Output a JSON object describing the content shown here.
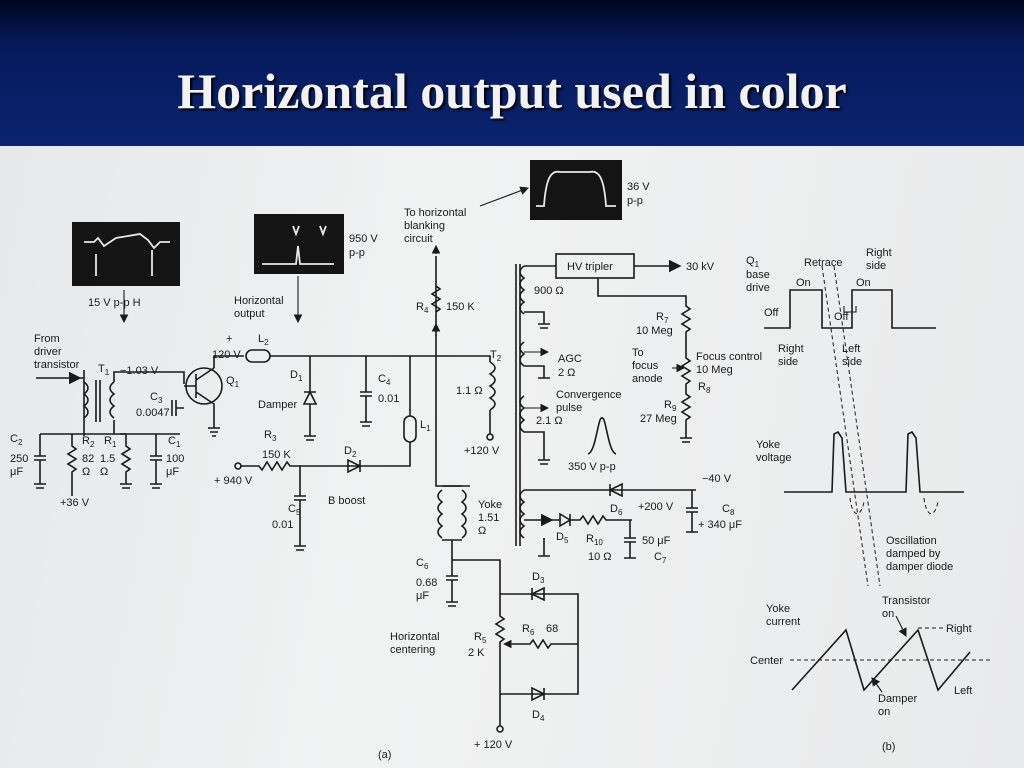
{
  "slide": {
    "title": "Horizontal output  used in color"
  },
  "scopes": {
    "driver": "15 V p-p H",
    "output_v": "950 V",
    "output_pp": "p-p",
    "output_label": "Horizontal\noutput",
    "blank_v": "36 V",
    "blank_pp": "p-p",
    "blank_label": "To horizontal\nblanking\ncircuit",
    "pulse": "350 V p-p"
  },
  "labels": {
    "from_driver": "From\ndriver\ntransistor",
    "t1": "T",
    "t1_sub": "1",
    "v103": "−1.03 V",
    "q1": "Q",
    "q1_sub": "1",
    "v120": "120 V",
    "plus": "+",
    "l2": "L",
    "l2_sub": "2",
    "c3": "C",
    "c3_sub": "3",
    "c3_val": "0.0047",
    "c2": "C",
    "c2_sub": "2",
    "c2_val": "250\nμF",
    "r2": "R",
    "r2_sub": "2",
    "r2_val": "82\nΩ",
    "r1": "R",
    "r1_sub": "1",
    "r1_val": "1.5\nΩ",
    "c1": "C",
    "c1_sub": "1",
    "c1_val": "100\nμF",
    "v36": "+36 V",
    "d1": "D",
    "d1_sub": "1",
    "damper": "Damper",
    "c4": "C",
    "c4_sub": "4",
    "c4_val": "0.01",
    "r4": "R",
    "r4_sub": "4",
    "r4_val": "150 K",
    "t2": "T",
    "t2_sub": "2",
    "ohm11": "1.1 Ω",
    "l1": "L",
    "l1_sub": "1",
    "r3": "R",
    "r3_sub": "3",
    "r3_val": "150 K",
    "d2": "D",
    "d2_sub": "2",
    "v940": "+ 940 V",
    "bboost": "B boost",
    "c5": "C",
    "c5_sub": "5",
    "c5_val": "0.01",
    "v120b": "+120 V",
    "hv": "HV tripler",
    "kv30": "30 kV",
    "ohm900": "900 Ω",
    "r7": "R",
    "r7_sub": "7",
    "r7_val": "10 Meg",
    "agc": "AGC",
    "agc_val": "2 Ω",
    "to_focus": "To\nfocus\nanode",
    "focus": "Focus control\n10 Meg",
    "r8": "R",
    "r8_sub": "8",
    "conv": "Convergence\npulse",
    "conv_val": "2.1 Ω",
    "r9": "R",
    "r9_sub": "9",
    "r9_val": "27 Meg",
    "v40": "−40 V",
    "d6": "D",
    "d6_sub": "6",
    "v200": "+200 V",
    "c8": "C",
    "c8_sub": "8",
    "c8_val": "+ 340 μF",
    "yoke": "Yoke\n1.51\nΩ",
    "d5": "D",
    "d5_sub": "5",
    "r10": "R",
    "r10_sub": "10",
    "r10_val": "10 Ω",
    "c7": "C",
    "c7_sub": "7",
    "c7_val": "50 μF",
    "c6": "C",
    "c6_sub": "6",
    "c6_val": "0.68\nμF",
    "d3": "D",
    "d3_sub": "3",
    "hcent": "Horizontal\ncentering",
    "r5": "R",
    "r5_sub": "5",
    "r5_val": "2 K",
    "r6": "R",
    "r6_sub": "6",
    "r6_val": "68",
    "d4": "D",
    "d4_sub": "4",
    "v120c": "+ 120 V",
    "cap_a": "(a)"
  },
  "waves": {
    "q1": "Q",
    "q1_sub": "1",
    "base_drive": "base\ndrive",
    "retrace": "Retrace",
    "right_side_top": "Right\nside",
    "on1": "On",
    "on2": "On",
    "off1": "Off",
    "off2": "Off",
    "right_side": "Right\nside",
    "left_side": "Left\nside",
    "yoke_voltage": "Yoke\nvoltage",
    "oscillation": "Oscillation\ndamped by\ndamper diode",
    "yoke_current": "Yoke\ncurrent",
    "transistor_on": "Transistor\non",
    "right": "Right",
    "center": "Center",
    "left": "Left",
    "damper_on": "Damper\non",
    "cap_b": "(b)"
  }
}
